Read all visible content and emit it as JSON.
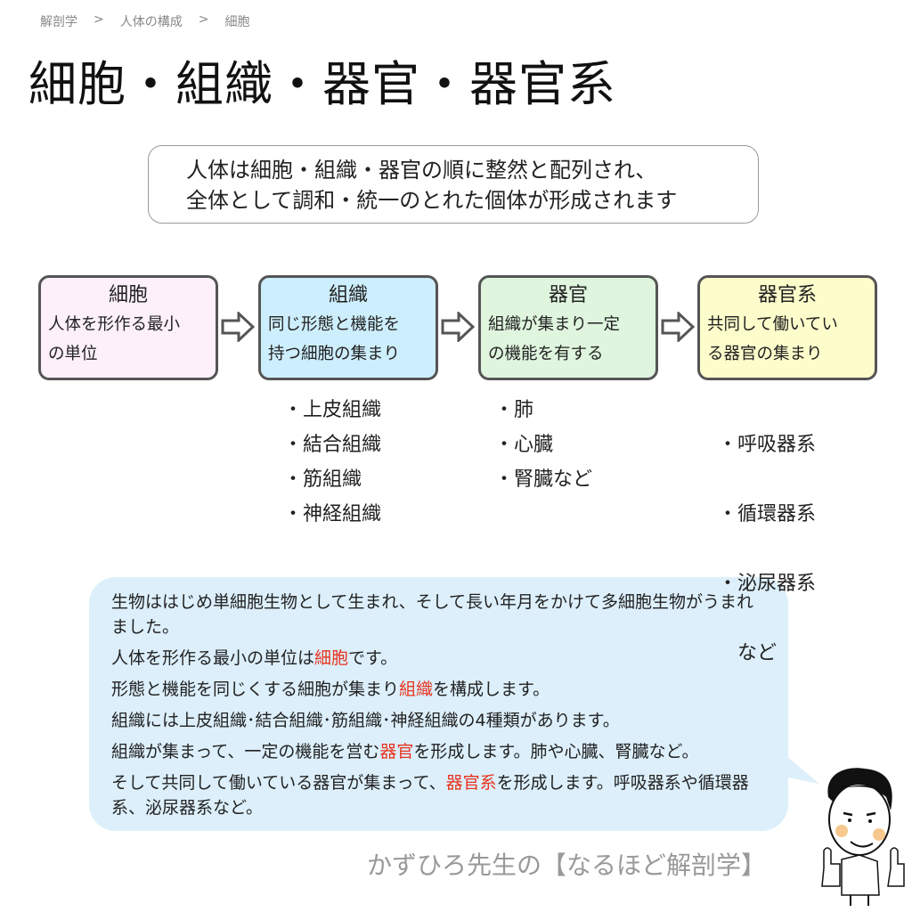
{
  "breadcrumb": [
    "解剖学",
    ">",
    "人体の構成",
    ">",
    "細胞"
  ],
  "title": "細胞・組織・器官・器官系",
  "summary": [
    "人体は細胞・組織・器官の順に整然と配列され、",
    "全体として調和・統一のとれた個体が形成されます"
  ],
  "boxes": [
    {
      "title": "細胞",
      "lines": [
        "人体を形作る最小",
        "の単位"
      ],
      "color": "#fdf0fb"
    },
    {
      "title": "組織",
      "lines": [
        "同じ形態と機能を",
        "持つ細胞の集まり"
      ],
      "color": "#cdeefc"
    },
    {
      "title": "器官",
      "lines": [
        "組織が集まり一定",
        "の機能を有する"
      ],
      "color": "#dff5de"
    },
    {
      "title": "器官系",
      "lines": [
        "共同して働いてい",
        "る器官の集まり"
      ],
      "color": "#fdfccb"
    }
  ],
  "lists": {
    "tissue": [
      "・上皮組織",
      "・結合組織",
      "・筋組織",
      "・神経組織"
    ],
    "organ": [
      "・肺",
      "・心臓",
      "・腎臓など"
    ],
    "system": [
      "・呼吸器系",
      "・循環器系",
      "・泌尿器系",
      "　など"
    ]
  },
  "bubble": {
    "p1": "生物ははじめ単細胞生物として生まれ、そして長い年月をかけて多細胞生物がうまれました。",
    "p2": [
      "人体を形作る最小の単位は",
      "細胞",
      "です。"
    ],
    "p3": [
      "形態と機能を同じくする細胞が集まり",
      "組織",
      "を構成します。"
    ],
    "p4": "組織には上皮組織･結合組織･筋組織･神経組織の4種類があります。",
    "p5": [
      "組織が集まって、一定の機能を営む",
      "器官",
      "を形成します。肺や心臓、腎臓など。"
    ],
    "p6": [
      "そして共同して働いている器官が集まって、",
      "器官系",
      "を形成します。呼吸器系や循環器系、泌尿器系など。"
    ]
  },
  "footer": "かずひろ先生の【なるほど解剖学】",
  "colors": {
    "highlight": "#e8331e",
    "bubble": "#dcefFb",
    "border": "#555555"
  }
}
